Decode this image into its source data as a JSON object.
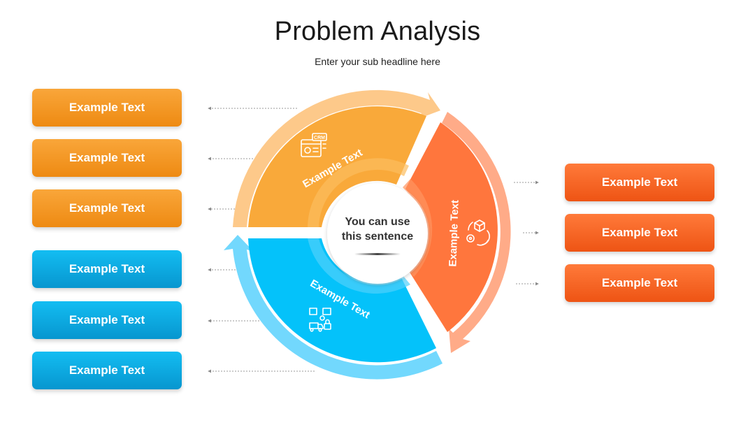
{
  "header": {
    "title": "Problem Analysis",
    "subtitle": "Enter your sub headline here"
  },
  "center": {
    "line1": "You can use",
    "line2": "this sentence"
  },
  "segments": [
    {
      "label": "Example Text",
      "color": "#fba93a",
      "icon": "crm-dashboard-icon"
    },
    {
      "label": "Example Text",
      "color": "#ff763d",
      "icon": "box-gear-cycle-icon"
    },
    {
      "label": "Example Text",
      "color": "#04c2fa",
      "icon": "logistics-icon"
    }
  ],
  "left_boxes": [
    {
      "label": "Example Text",
      "color": "orange"
    },
    {
      "label": "Example Text",
      "color": "orange"
    },
    {
      "label": "Example Text",
      "color": "orange"
    },
    {
      "label": "Example Text",
      "color": "blue"
    },
    {
      "label": "Example Text",
      "color": "blue"
    },
    {
      "label": "Example Text",
      "color": "blue"
    }
  ],
  "right_boxes": [
    {
      "label": "Example Text",
      "color": "red"
    },
    {
      "label": "Example Text",
      "color": "red"
    },
    {
      "label": "Example Text",
      "color": "red"
    }
  ],
  "colors": {
    "orange": "#f5991f",
    "orange_light": "#fdc98a",
    "red": "#ff6b2c",
    "red_light": "#ffab88",
    "blue": "#04c2fa",
    "blue_light": "#72d8fd"
  }
}
